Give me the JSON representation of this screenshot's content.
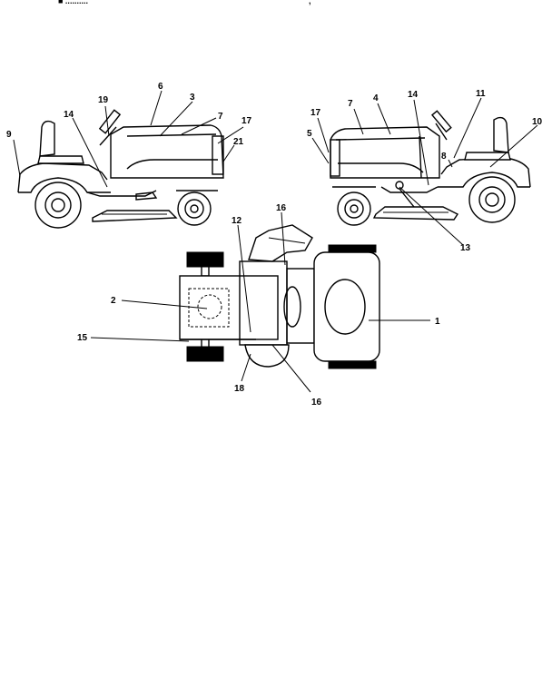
{
  "header": {
    "clipped_text_left": "■ ..........",
    "clipped_text_right": ","
  },
  "callouts": {
    "c1": "1",
    "c2": "2",
    "c3": "3",
    "c4": "4",
    "c5": "5",
    "c6": "6",
    "c7a": "7",
    "c7b": "7",
    "c8": "8",
    "c9": "9",
    "c10": "10",
    "c11": "11",
    "c12": "12",
    "c13": "13",
    "c14a": "14",
    "c14b": "14",
    "c15": "15",
    "c16a": "16",
    "c16b": "16",
    "c17a": "17",
    "c17b": "17",
    "c18": "18",
    "c19": "19",
    "c21": "21"
  }
}
